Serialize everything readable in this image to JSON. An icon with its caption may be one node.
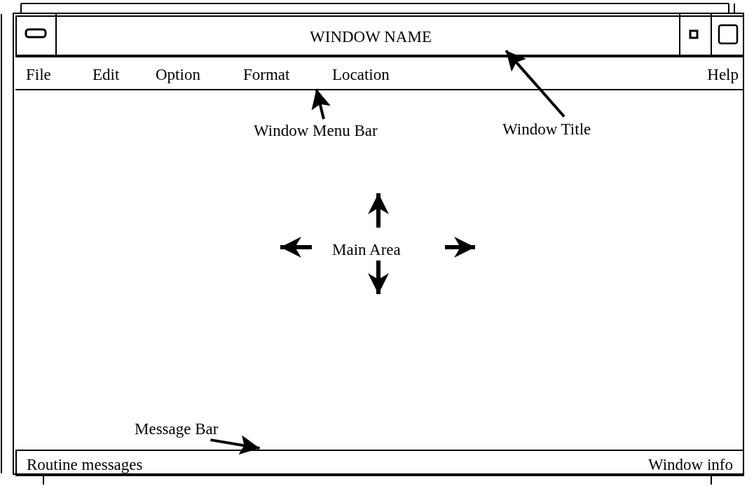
{
  "diagram": {
    "nodes": [
      {
        "text": [],
        "shape": "box"
      },
      {
        "text": [
          "WINDOW NAME"
        ],
        "in": 0
      },
      {
        "text": [
          "File",
          "Edit",
          "Option",
          "Format",
          "Location",
          "Help"
        ],
        "in": 0
      },
      {
        "text": [
          "Main Area"
        ],
        "in": 0
      },
      {
        "text": [
          "Routine messages",
          "Window info"
        ],
        "in": 0
      },
      {
        "text": [
          "Window Menu Bar"
        ],
        "in": 3
      },
      {
        "text": [
          "Window Title"
        ],
        "in": 3
      },
      {
        "text": [
          "Message Bar"
        ],
        "in": 3
      }
    ],
    "edges": [
      {
        "from": 5,
        "to": 2,
        "arrow": "to"
      },
      {
        "from": 6,
        "to": 1,
        "arrow": "to"
      },
      {
        "from": 7,
        "to": 4,
        "arrow": "to"
      }
    ]
  }
}
